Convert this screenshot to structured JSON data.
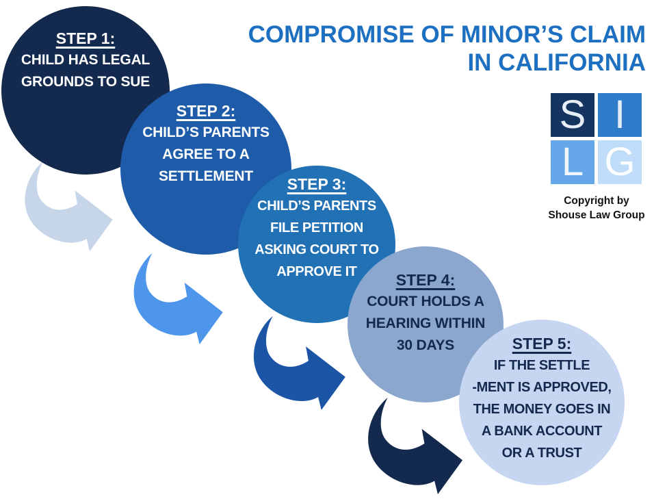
{
  "title": {
    "lines": [
      "COMPROMISE OF MINOR’S CLAIM",
      "IN CALIFORNIA"
    ],
    "color": "#1D6FC1"
  },
  "steps": [
    {
      "heading": "STEP 1:",
      "lines": [
        "CHILD HAS LEGAL",
        "GROUNDS TO SUE"
      ],
      "circle_color": "#13294D",
      "text_color": "#FFFFFF"
    },
    {
      "heading": "STEP 2:",
      "lines": [
        "CHILD’S PARENTS",
        "AGREE TO A",
        "SETTLEMENT"
      ],
      "circle_color": "#1E5CA9",
      "text_color": "#FFFFFF"
    },
    {
      "heading": "STEP 3:",
      "lines": [
        "CHILD’S PARENTS",
        "FILE PETITION",
        "ASKING COURT TO",
        "APPROVE IT"
      ],
      "circle_color": "#2171B4",
      "text_color": "#FFFFFF"
    },
    {
      "heading": "STEP 4:",
      "lines": [
        "COURT HOLDS A",
        "HEARING WITHIN",
        "30 DAYS"
      ],
      "circle_color": "#8BA7CE",
      "text_color": "#13294E"
    },
    {
      "heading": "STEP 5:",
      "lines": [
        "IF THE SETTLE",
        "-MENT IS APPROVED,",
        "THE MONEY GOES IN",
        "A BANK ACCOUNT",
        "OR A TRUST"
      ],
      "circle_color": "#C6D5F0",
      "text_color": "#13294E"
    }
  ],
  "arrows": [
    {
      "name": "arrow-step1-to-step2",
      "color": "#C6D5E8"
    },
    {
      "name": "arrow-step2-to-step3",
      "color": "#4D96EC"
    },
    {
      "name": "arrow-step3-to-step4",
      "color": "#1C55A6"
    },
    {
      "name": "arrow-step4-to-step5",
      "color": "#13294D"
    }
  ],
  "logo": {
    "squares": [
      {
        "letter": "S",
        "color": "#163460"
      },
      {
        "letter": "I",
        "color": "#2F7CCB"
      },
      {
        "letter": "L",
        "color": "#66A7EA"
      },
      {
        "letter": "G",
        "color": "#BFDCF8"
      }
    ],
    "copyright_lines": [
      "Copyright by",
      "Shouse Law Group"
    ]
  }
}
